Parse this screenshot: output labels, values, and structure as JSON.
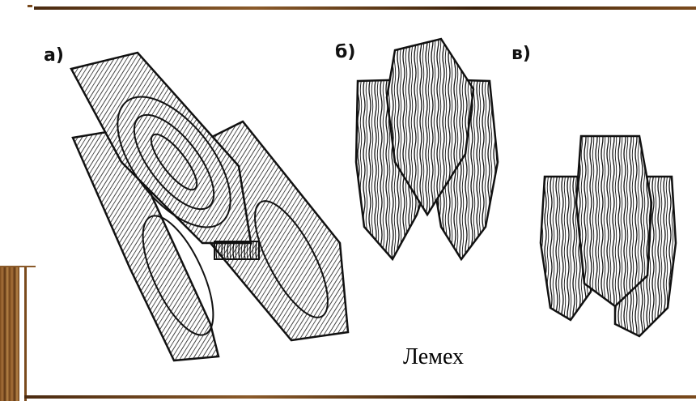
{
  "labels": {
    "a": "а)",
    "b": "б)",
    "v": "в)"
  },
  "caption": "Лемех",
  "colors": {
    "frame": "#7a4a1c",
    "ink": "#111111"
  }
}
